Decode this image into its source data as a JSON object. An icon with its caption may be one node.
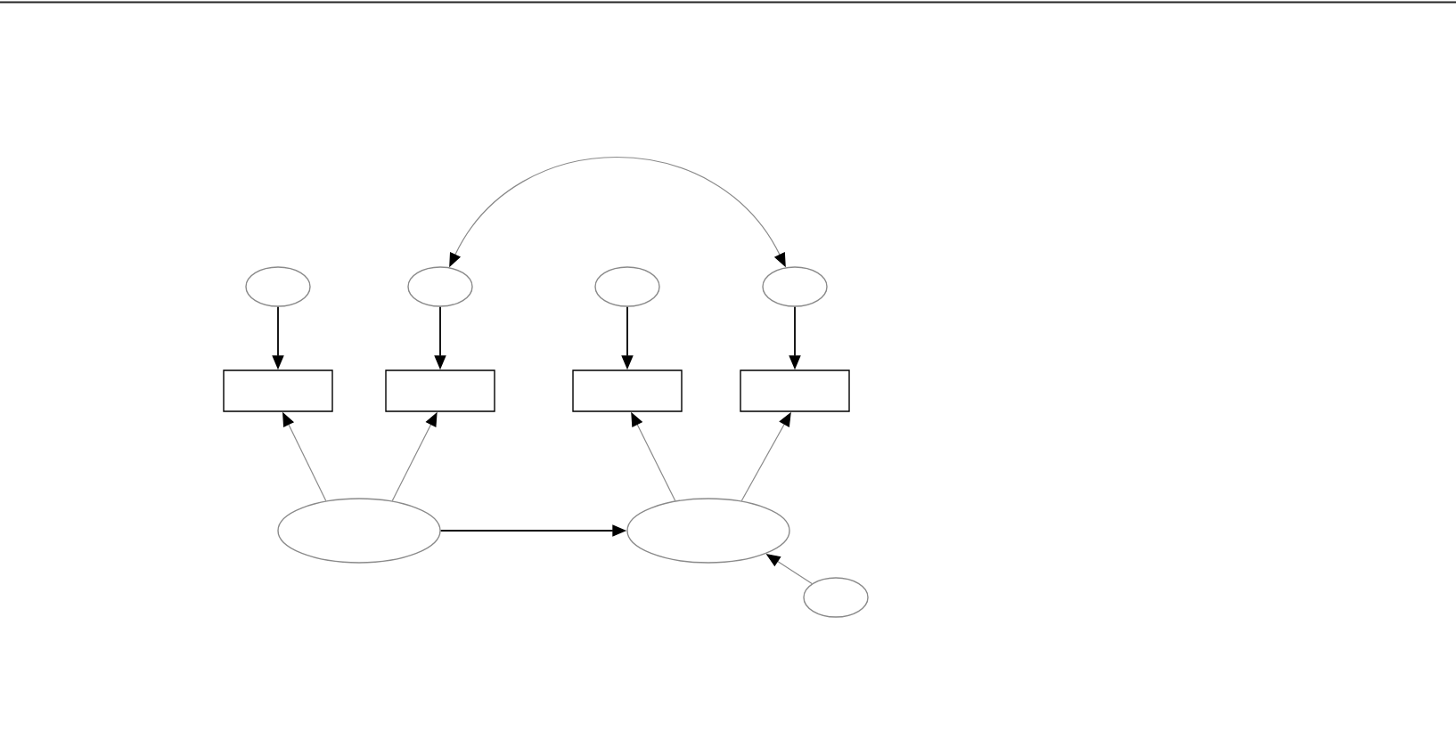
{
  "diagram": {
    "nodes": [
      {
        "text": [],
        "shape": "ellipse"
      },
      {
        "text": [],
        "shape": "ellipse"
      },
      {
        "text": [],
        "shape": "ellipse"
      },
      {
        "text": [],
        "shape": "ellipse"
      },
      {
        "text": [],
        "shape": "box"
      },
      {
        "text": [],
        "shape": "box"
      },
      {
        "text": [],
        "shape": "box"
      },
      {
        "text": [],
        "shape": "box"
      },
      {
        "text": [],
        "shape": "ellipse"
      },
      {
        "text": [],
        "shape": "ellipse"
      },
      {
        "text": [],
        "shape": "ellipse"
      }
    ],
    "edges": [
      {
        "from": 0,
        "to": 4,
        "arrow": "to",
        "color": "#000000"
      },
      {
        "from": 1,
        "to": 5,
        "arrow": "to",
        "color": "#000000"
      },
      {
        "from": 2,
        "to": 6,
        "arrow": "to",
        "color": "#000000"
      },
      {
        "from": 3,
        "to": 7,
        "arrow": "to",
        "color": "#000000"
      },
      {
        "from": 8,
        "to": 4,
        "arrow": "to"
      },
      {
        "from": 8,
        "to": 5,
        "arrow": "to"
      },
      {
        "from": 9,
        "to": 6,
        "arrow": "to"
      },
      {
        "from": 9,
        "to": 7,
        "arrow": "to"
      },
      {
        "from": 8,
        "to": 9,
        "arrow": "to",
        "color": "#000000"
      },
      {
        "from": 10,
        "to": 9,
        "arrow": "to"
      },
      {
        "from": 1,
        "to": 3,
        "arrow": "both"
      }
    ]
  }
}
